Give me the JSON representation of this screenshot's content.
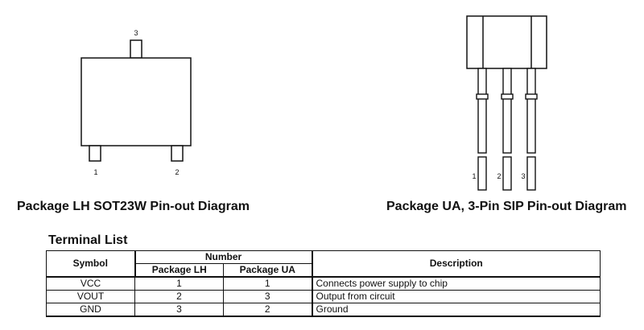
{
  "sot23w": {
    "caption": "Package LH SOT23W Pin-out Diagram",
    "pins": [
      "3",
      "1",
      "2"
    ]
  },
  "sip3": {
    "caption": "Package UA, 3-Pin SIP Pin-out Diagram",
    "pins": [
      "1",
      "2",
      "3"
    ]
  },
  "terminal_list": {
    "title": "Terminal List",
    "headers": {
      "symbol": "Symbol",
      "number": "Number",
      "package_lh": "Package LH",
      "package_ua": "Package UA",
      "description": "Description"
    },
    "rows": [
      {
        "symbol": "VCC",
        "lh": "1",
        "ua": "1",
        "description": "Connects power supply to chip"
      },
      {
        "symbol": "VOUT",
        "lh": "2",
        "ua": "3",
        "description": "Output from circuit"
      },
      {
        "symbol": "GND",
        "lh": "3",
        "ua": "2",
        "description": "Ground"
      }
    ]
  }
}
